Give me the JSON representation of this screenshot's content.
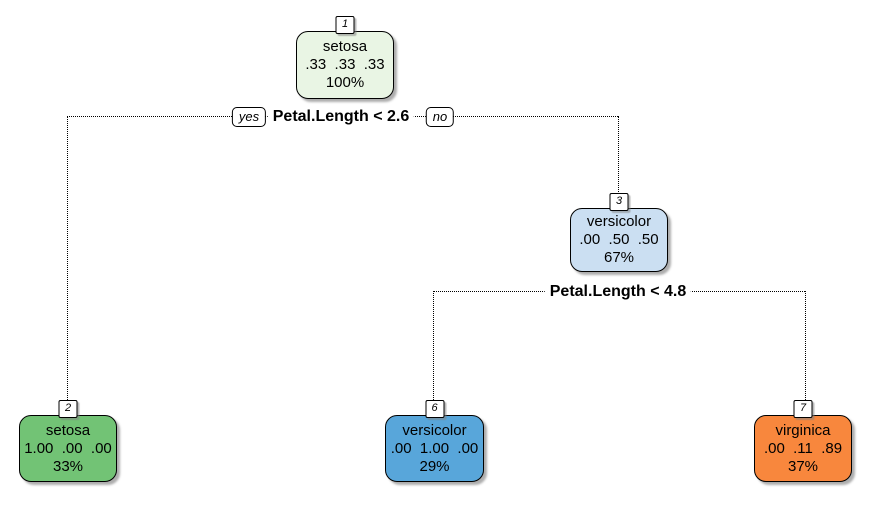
{
  "figure": {
    "type": "decision-tree-plot",
    "background": "#ffffff",
    "dataset_hint": "",
    "edge_style": "dotted"
  },
  "splits": [
    {
      "condition": "Petal.Length < 2.6",
      "yes_label": "yes",
      "no_label": "no"
    },
    {
      "condition": "Petal.Length < 4.8"
    }
  ],
  "nodes": [
    {
      "id": "1",
      "class_label": "setosa",
      "probs": ".33  .33  .33",
      "coverage": "100%",
      "fill": "#e9f5e4"
    },
    {
      "id": "3",
      "class_label": "versicolor",
      "probs": ".00  .50  .50",
      "coverage": "67%",
      "fill": "#cbdff2"
    },
    {
      "id": "2",
      "class_label": "setosa",
      "probs": "1.00  .00  .00",
      "coverage": "33%",
      "fill": "#72c375"
    },
    {
      "id": "6",
      "class_label": "versicolor",
      "probs": ".00  1.00  .00",
      "coverage": "29%",
      "fill": "#58a6da"
    },
    {
      "id": "7",
      "class_label": "virginica",
      "probs": ".00  .11  .89",
      "coverage": "37%",
      "fill": "#f8873d"
    }
  ]
}
